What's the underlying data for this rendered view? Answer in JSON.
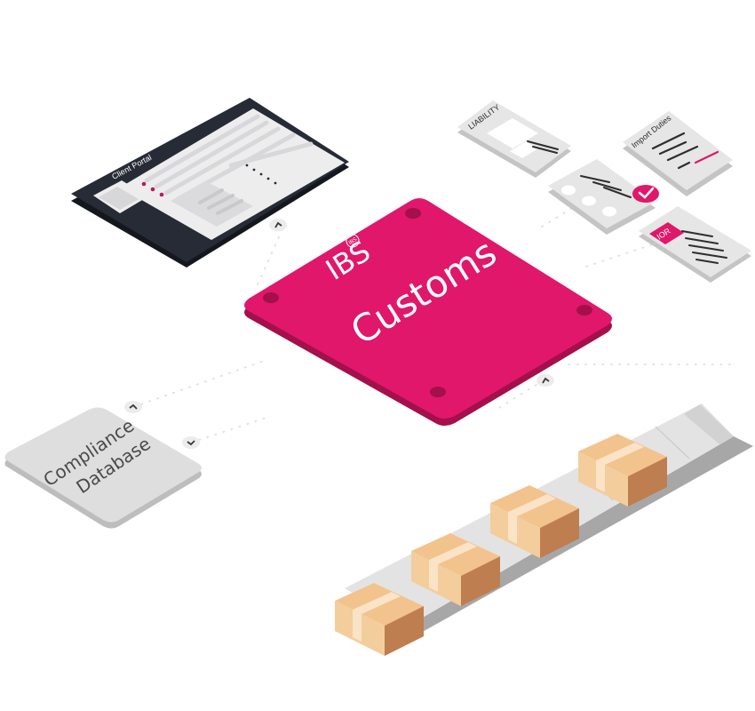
{
  "client_portal": {
    "title": "Client Portal"
  },
  "documents": [
    {
      "id": "liability",
      "title": "LIABILITY"
    },
    {
      "id": "import-duties",
      "title": "Import Duties"
    },
    {
      "id": "checklist",
      "title": ""
    },
    {
      "id": "ior",
      "title": "IOR"
    }
  ],
  "hub": {
    "brand": "IBS",
    "badge": "IBS",
    "title": "Customs"
  },
  "database": {
    "line1": "Compliance",
    "line2": "Database"
  },
  "conveyor": {
    "box_count": 4
  },
  "colors": {
    "brand_pink": "#e0176a",
    "brand_pink_dark": "#a3104b",
    "portal_frame": "#262b35",
    "card_grey": "#e6e6e6",
    "box_tan": "#f2c38c",
    "box_side": "#bf7e4f",
    "box_tape": "#fae3c6",
    "belt": "#e3e3e3"
  }
}
